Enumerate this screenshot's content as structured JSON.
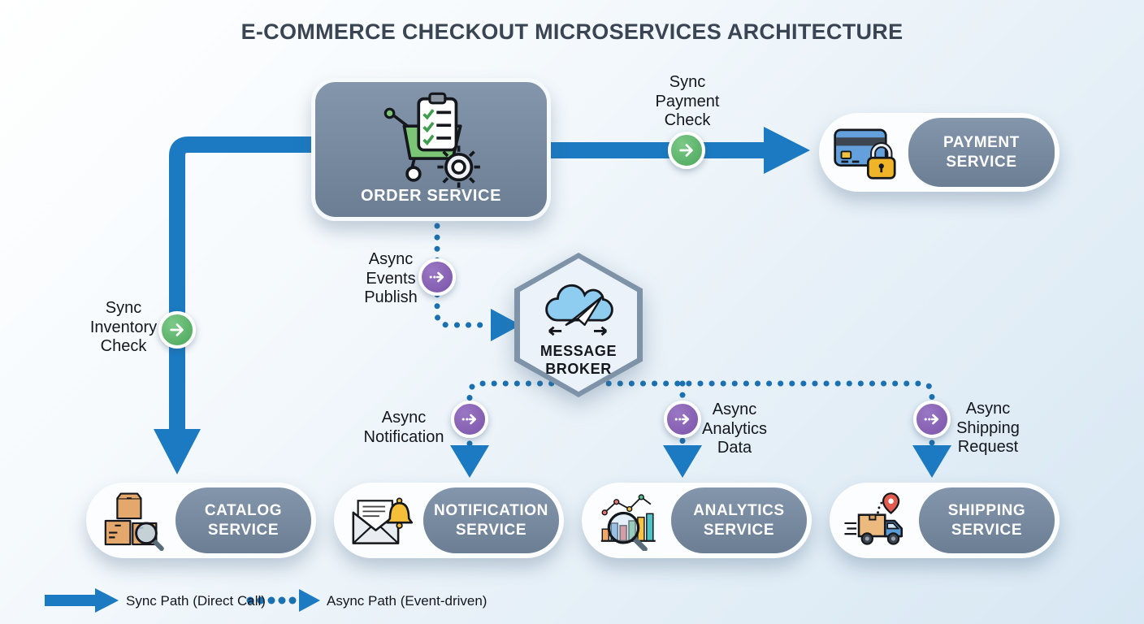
{
  "title": "E-COMMERCE CHECKOUT MICROSERVICES ARCHITECTURE",
  "nodes": {
    "order": {
      "label": "ORDER SERVICE",
      "icon": "cart-clipboard-gear-icon"
    },
    "payment": {
      "label": "PAYMENT\nSERVICE",
      "icon": "credit-card-lock-icon"
    },
    "broker": {
      "label": "MESSAGE\nBROKER",
      "icon": "cloud-paper-plane-icon"
    },
    "catalog": {
      "label": "CATALOG\nSERVICE",
      "icon": "boxes-magnifier-icon"
    },
    "notification": {
      "label": "NOTIFICATION\nSERVICE",
      "icon": "envelope-bell-icon"
    },
    "analytics": {
      "label": "ANALYTICS\nSERVICE",
      "icon": "chart-magnifier-icon"
    },
    "shipping": {
      "label": "SHIPPING\nSERVICE",
      "icon": "truck-location-pin-icon"
    }
  },
  "edge_labels": {
    "sync_payment": "Sync\nPayment\nCheck",
    "sync_inventory": "Sync\nInventory\nCheck",
    "async_publish": "Async\nEvents\nPublish",
    "async_notification": "Async\nNotification",
    "async_analytics": "Async\nAnalytics\nData",
    "async_shipping": "Async\nShipping\nRequest"
  },
  "legend": {
    "sync": "Sync Path (Direct Call)",
    "async": "Async Path (Event-driven)"
  },
  "colors": {
    "sync_arrow": "#1b7ac1",
    "async_arrow": "#1a70b0",
    "node_fill": "#74879c",
    "node_rim": "#f6fafd",
    "hex_border": "#7e93a8",
    "hex_fill": "#ecf2f9",
    "green_badge": "#57b267",
    "purple_badge": "#8a63b8",
    "title_color": "#3a4553"
  }
}
